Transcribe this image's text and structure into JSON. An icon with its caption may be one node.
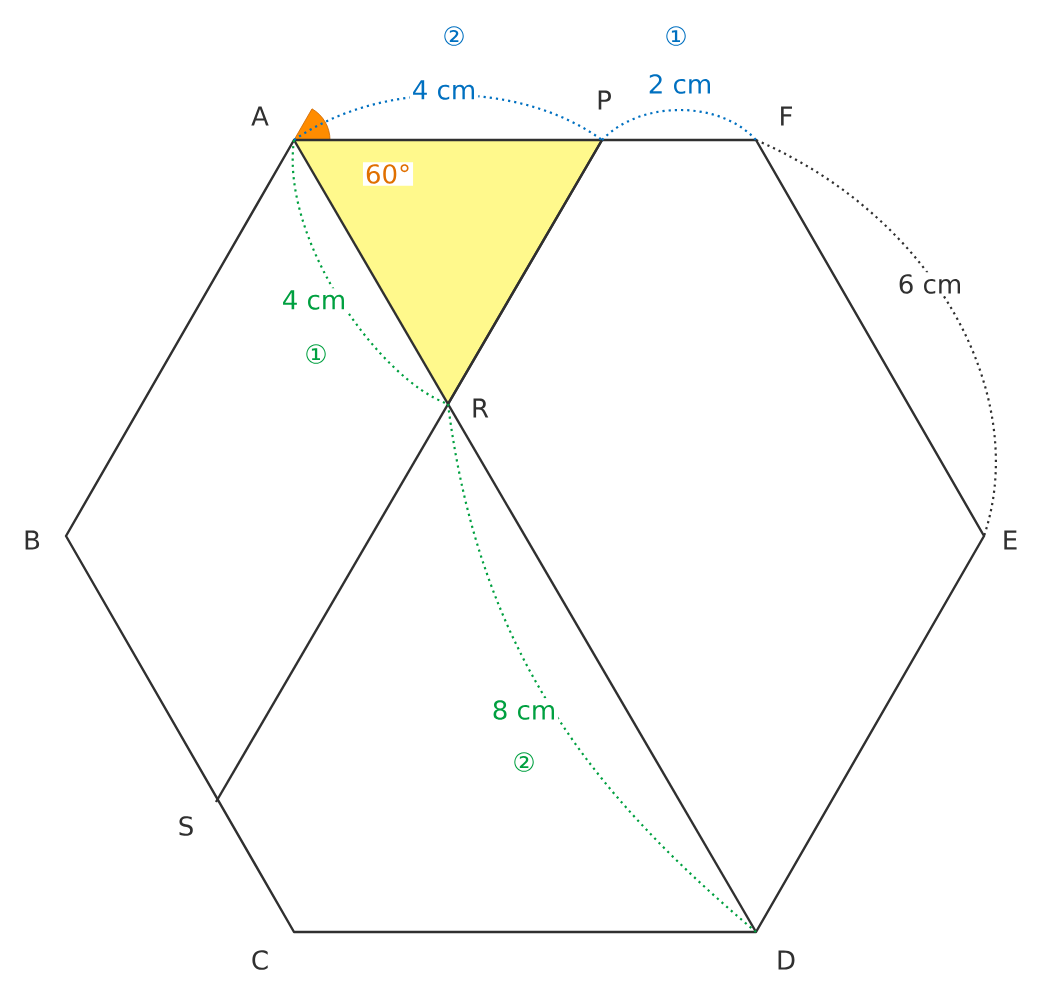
{
  "diagram": {
    "labels": [
      "②",
      "4 cm",
      "①",
      "2 cm",
      "A",
      "P",
      "F",
      "60°",
      "6 cm",
      "4 cm",
      "①",
      "R",
      "B",
      "E",
      "8 cm",
      "②",
      "S",
      "C",
      "D"
    ]
  }
}
